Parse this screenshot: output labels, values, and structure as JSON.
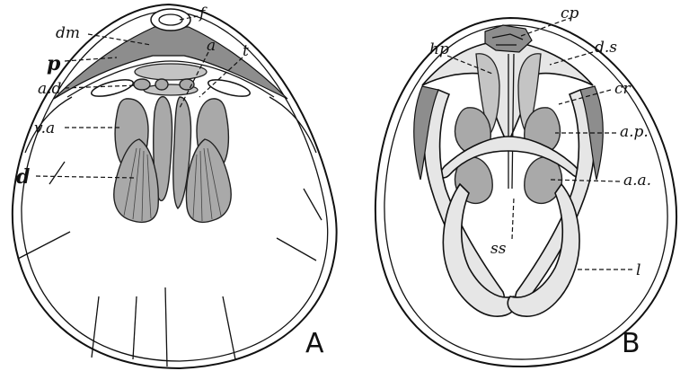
{
  "panels": {
    "a": {
      "letter": "A",
      "labels": {
        "dm": "dm",
        "f": "f",
        "a": "a",
        "t": "t",
        "p": "p",
        "ad": "a.d",
        "va": "v.a",
        "d": "d"
      }
    },
    "b": {
      "letter": "B",
      "labels": {
        "cp": "cp",
        "hp": "hp",
        "ds": "d.s",
        "cr": "cr",
        "ap": "a.p.",
        "aa": "a.a.",
        "ss": "ss",
        "l": "l"
      }
    }
  }
}
